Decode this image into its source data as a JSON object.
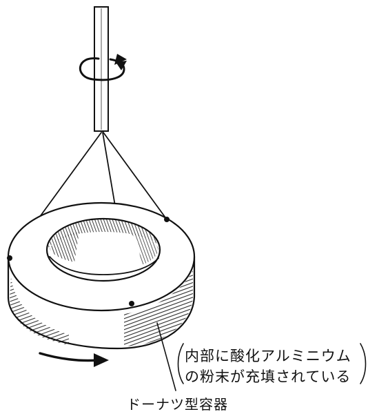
{
  "note_line1": "内部に酸化アルミニウム",
  "note_line2": "の粉末が充填されている",
  "caption": "ドーナツ型容器"
}
